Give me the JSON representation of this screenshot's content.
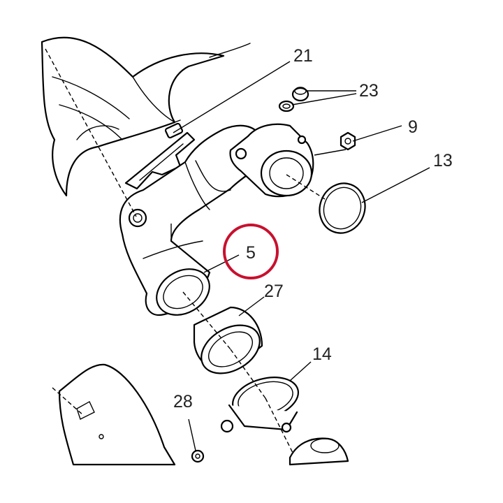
{
  "callouts": {
    "c21": "21",
    "c23": "23",
    "c9": "9",
    "c13": "13",
    "c5": "5",
    "c27": "27",
    "c14": "14",
    "c28": "28"
  },
  "highlighted_callout": "5",
  "highlight_color": "#c8102e",
  "line_color": "#000000"
}
